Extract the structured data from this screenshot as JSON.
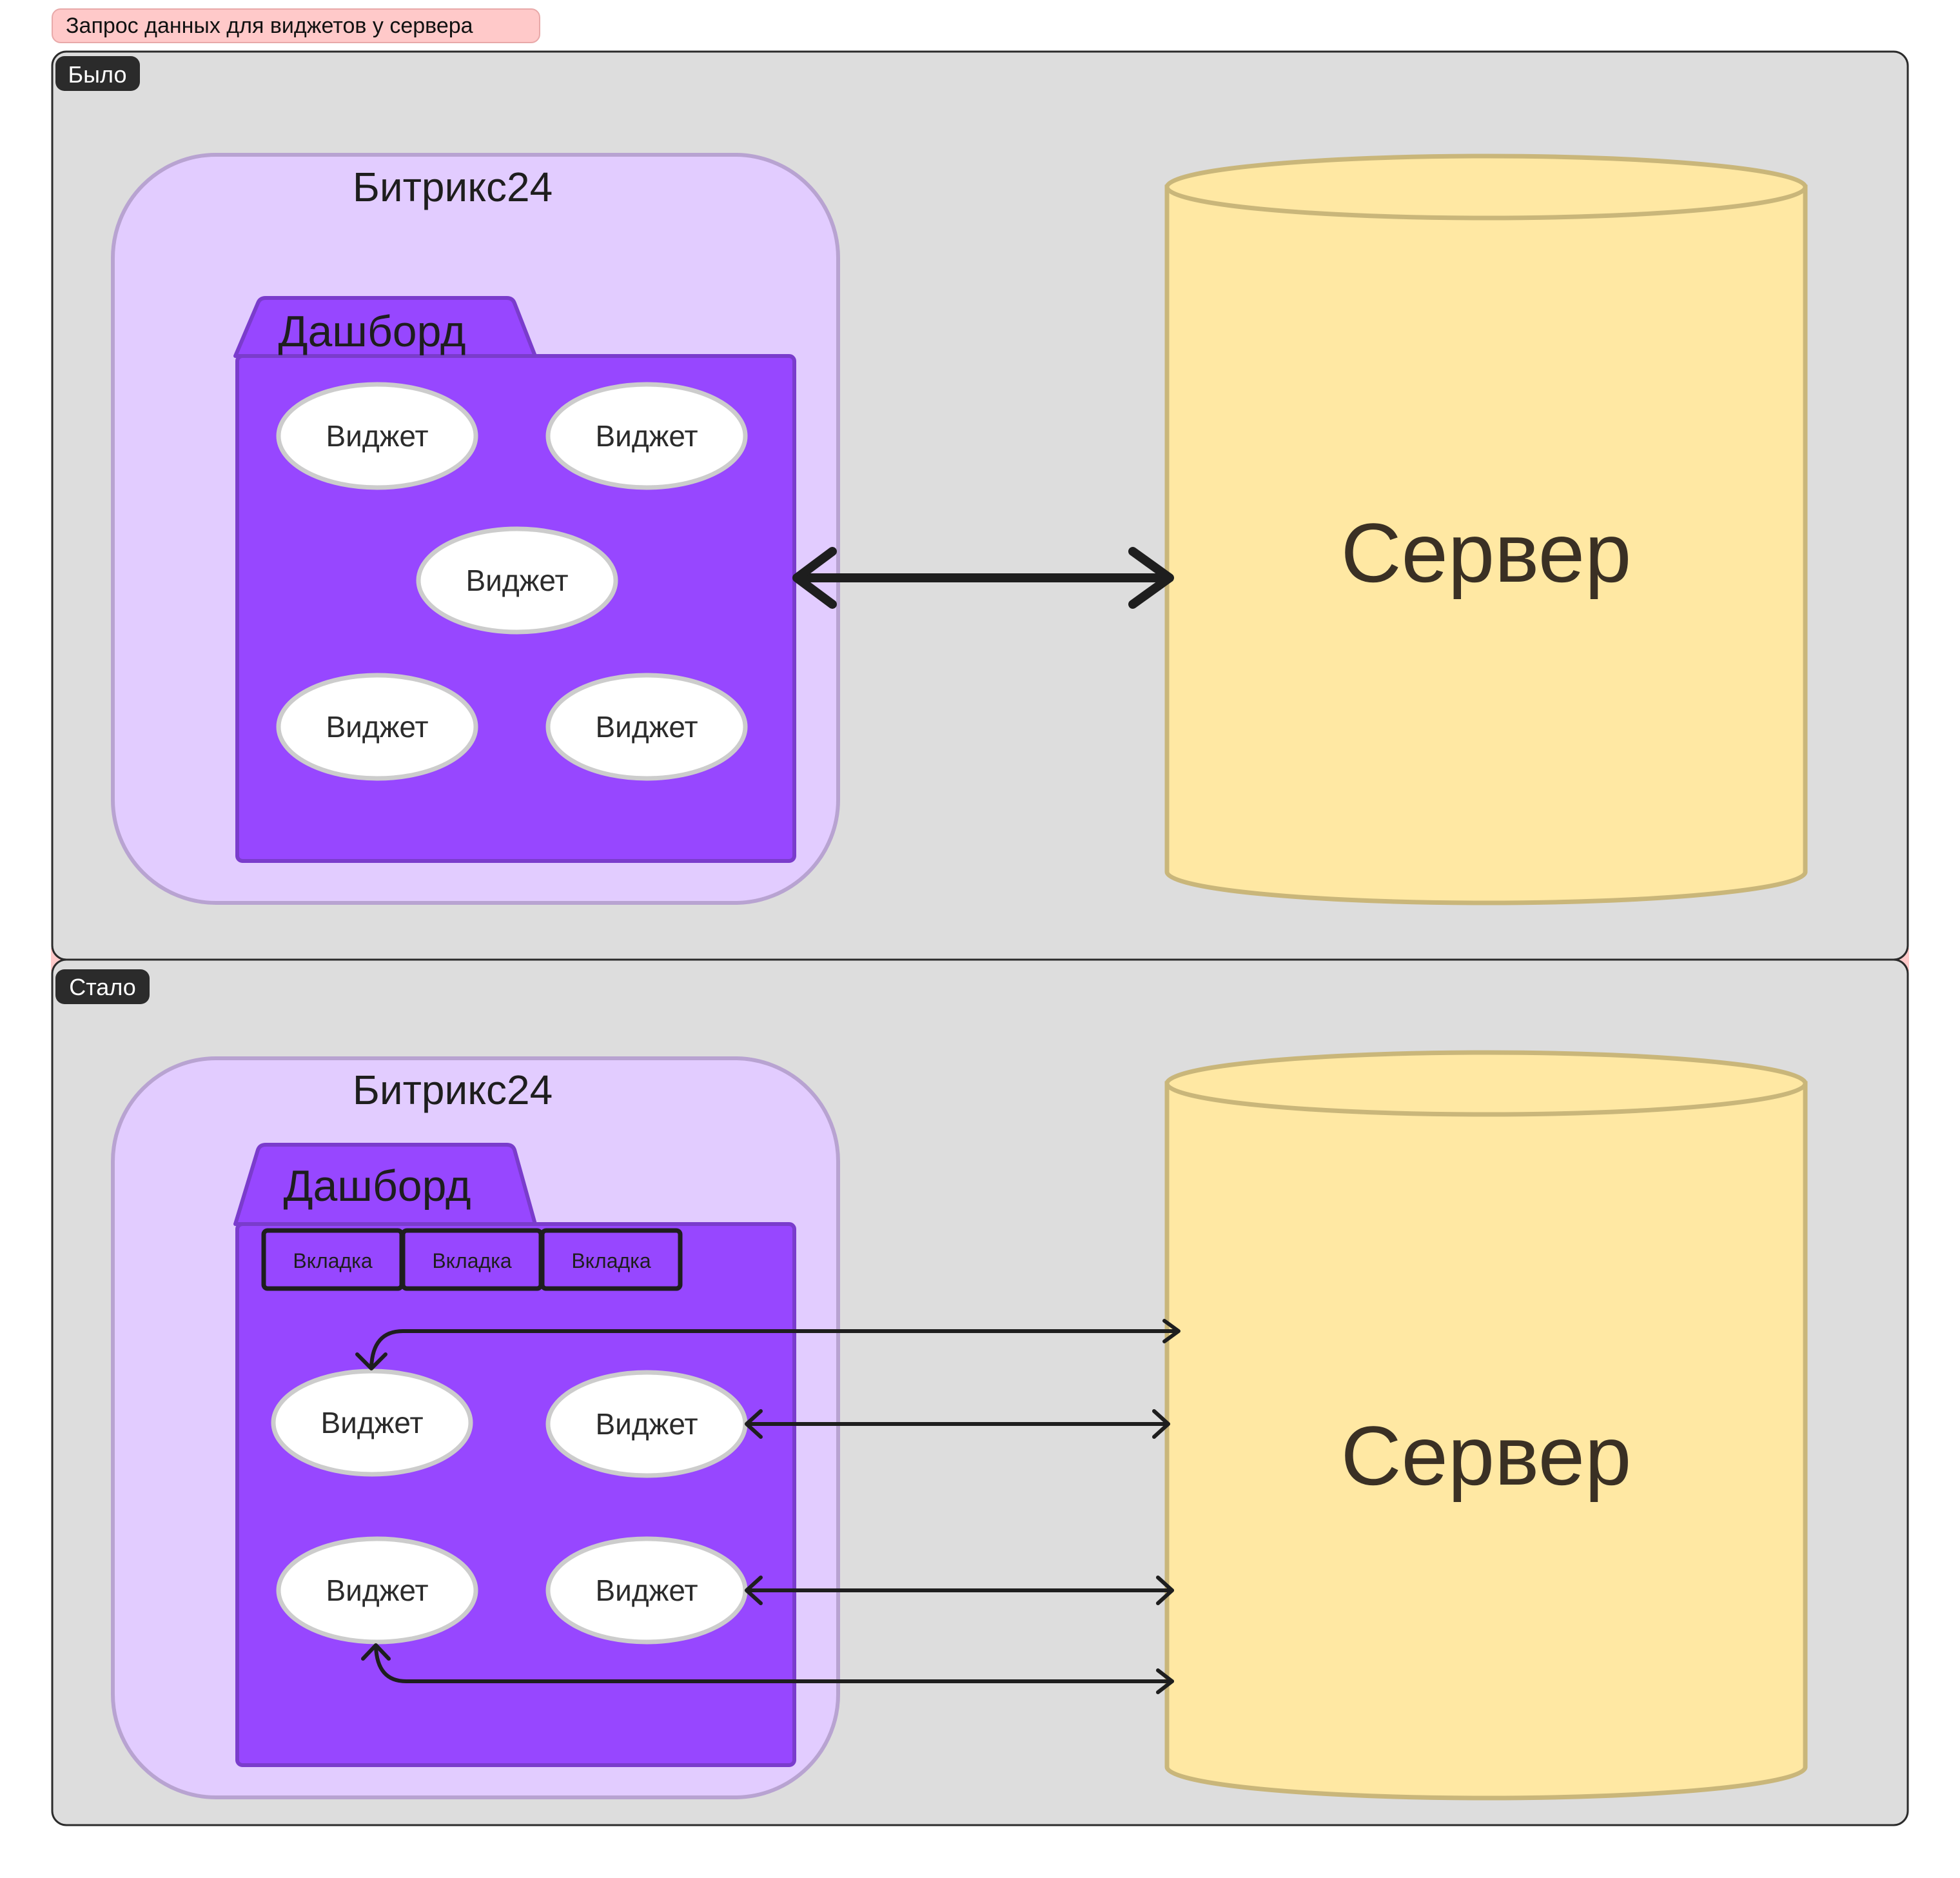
{
  "title": "Запрос данных для виджетов у сервера",
  "colors": {
    "title_bg": "#ffc9c9",
    "frame_bg": "#dddddd",
    "bitrix_bg": "#e2ccff",
    "bitrix_border": "#b8a3d1",
    "dashboard_bg": "#9747ff",
    "dashboard_border": "#7a3ccc",
    "widget_bg": "#ffffff",
    "widget_border": "#cccccc",
    "server_bg": "#ffe8a3",
    "server_border": "#c9b67a",
    "arrow": "#1e1e1e"
  },
  "sections": [
    {
      "label": "Было",
      "container": "Битрикс24",
      "dashboard": "Дашборд",
      "tabs": [],
      "widgets": [
        "Виджет",
        "Виджет",
        "Виджет",
        "Виджет",
        "Виджет"
      ],
      "server": "Сервер",
      "connection": "single bidirectional arrow between dashboard and server"
    },
    {
      "label": "Стало",
      "container": "Битрикс24",
      "dashboard": "Дашборд",
      "tabs": [
        "Вкладка",
        "Вкладка",
        "Вкладка"
      ],
      "widgets": [
        "Виджет",
        "Виджет",
        "Виджет",
        "Виджет"
      ],
      "server": "Сервер",
      "connection": "one bidirectional arrow per widget to server"
    }
  ]
}
